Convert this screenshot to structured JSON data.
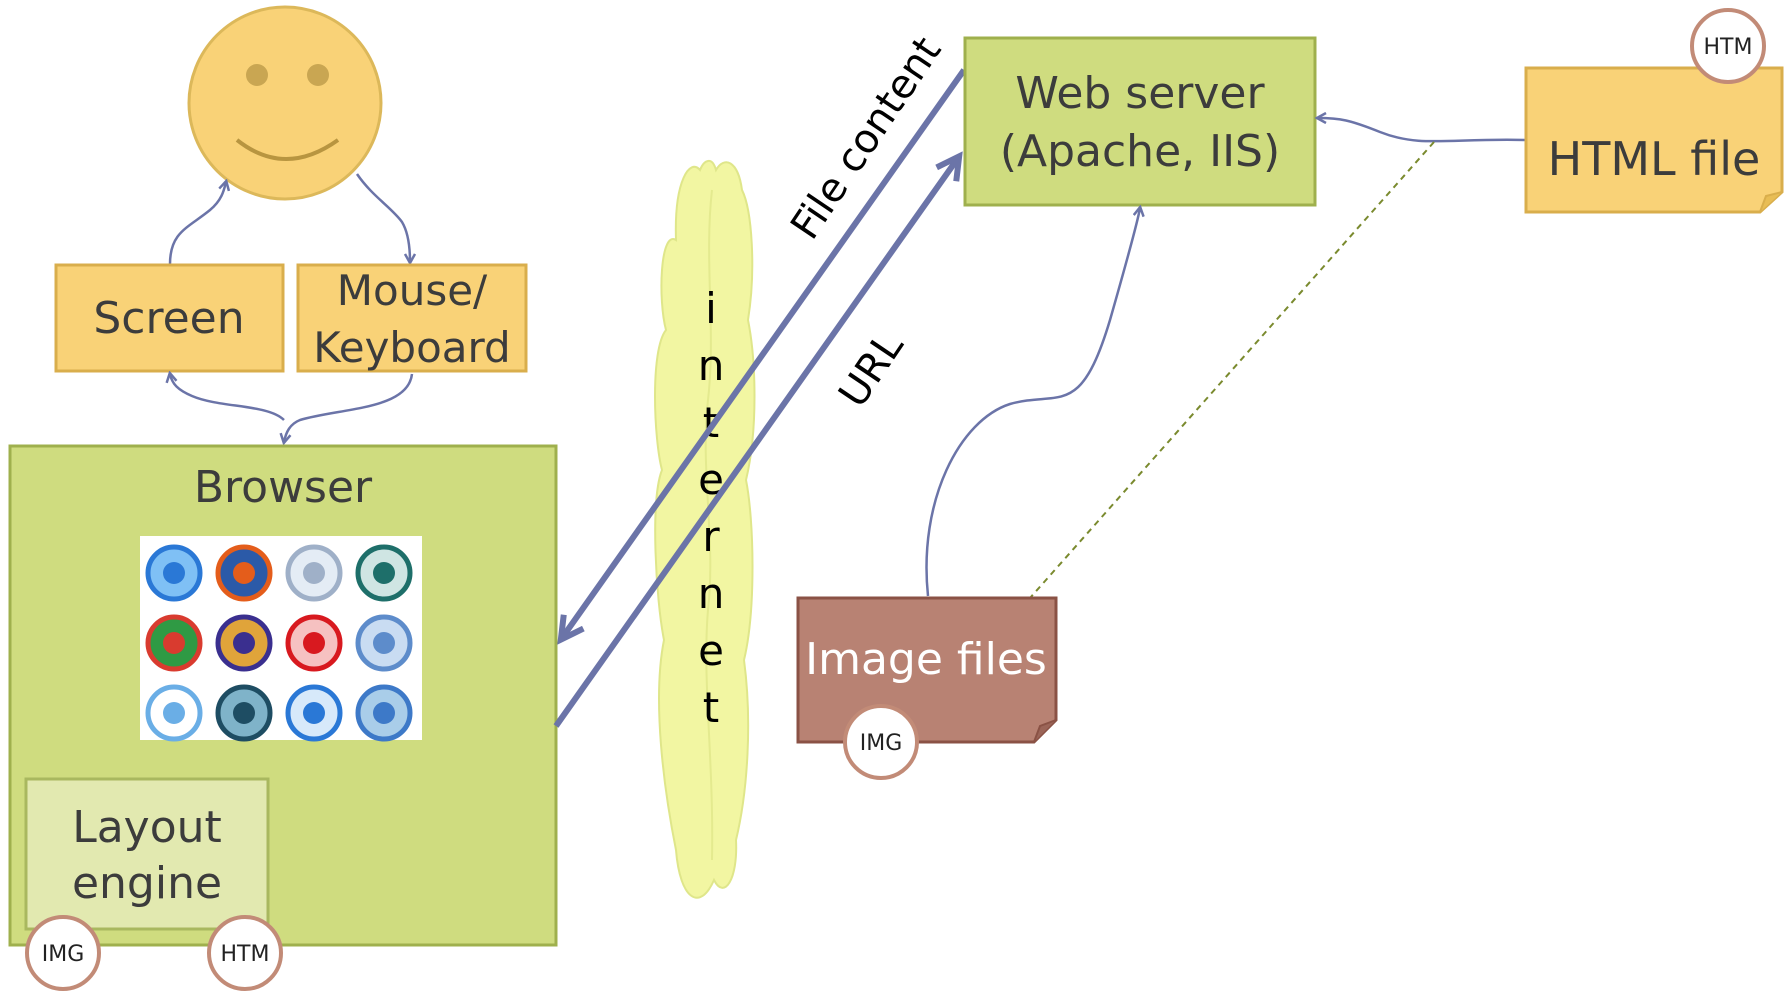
{
  "labels": {
    "screen": "Screen",
    "mouse_line1": "Mouse/",
    "mouse_line2": "Keyboard",
    "browser": "Browser",
    "layout_line1": "Layout",
    "layout_line2": "engine",
    "web_server_line1": "Web server",
    "web_server_line2": "(Apache, IIS)",
    "html_file": "HTML file",
    "image_files": "Image files",
    "file_content": "File content",
    "url": "URL",
    "internet_letters": [
      "i",
      "n",
      "t",
      "e",
      "r",
      "n",
      "e",
      "t"
    ]
  },
  "badges": {
    "htm_top": "HTM",
    "img_image_files": "IMG",
    "img_browser": "IMG",
    "htm_browser": "HTM"
  },
  "browser_icons": [
    "internet-explorer-icon",
    "firefox-icon",
    "safari-icon",
    "netscape-icon",
    "chrome-icon",
    "seamonkey-icon",
    "opera-icon",
    "kmeleon-icon",
    "konqueror-icon",
    "flock-icon",
    "maxthon-icon",
    "camino-icon"
  ],
  "colors": {
    "orange_box": "#f9d277",
    "orange_border": "#d9ae4c",
    "green_box": "#cfdc7f",
    "green_border": "#9fb04d",
    "light_green_box": "#e2e9b0",
    "brown_box": "#b88273",
    "brown_border": "#8a5245",
    "arrow": "#6b74a8",
    "cloud": "#f2f6a2",
    "dotted_line": "#7a8a2e",
    "badge_border": "#c28b77"
  }
}
